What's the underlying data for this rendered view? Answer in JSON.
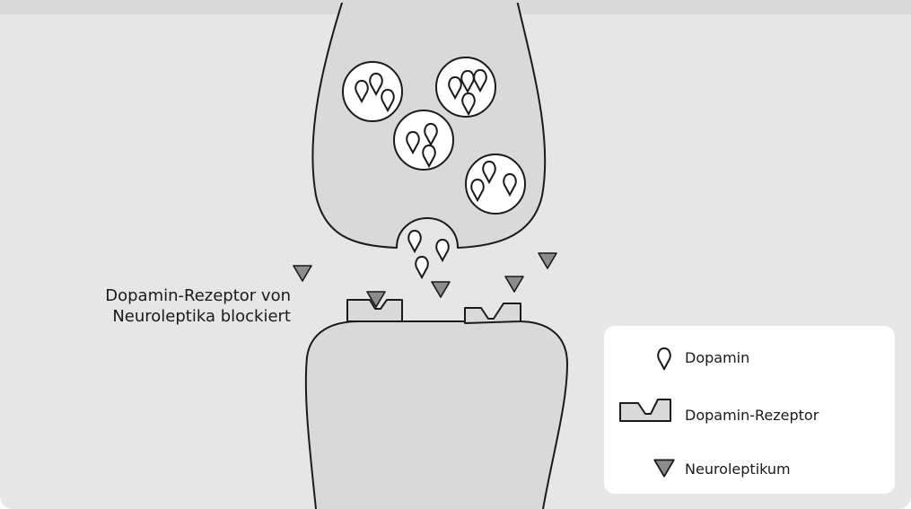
{
  "annotation": {
    "line1": "Dopamin-Rezeptor von",
    "line2": "Neuroleptika blockiert"
  },
  "legend": {
    "items": [
      {
        "label": "Dopamin",
        "icon": "dopamine-drop-icon"
      },
      {
        "label": "Dopamin-Rezeptor",
        "icon": "receptor-icon"
      },
      {
        "label": "Neuroleptikum",
        "icon": "neuroleptic-triangle-icon"
      }
    ]
  },
  "colors": {
    "background": "#e6e6e6",
    "neuron_fill": "#d9d9d9",
    "outline": "#1a1a1a",
    "vesicle_fill": "#ffffff",
    "neuroleptic_fill": "#8c8c8c",
    "legend_bg": "#ffffff"
  }
}
